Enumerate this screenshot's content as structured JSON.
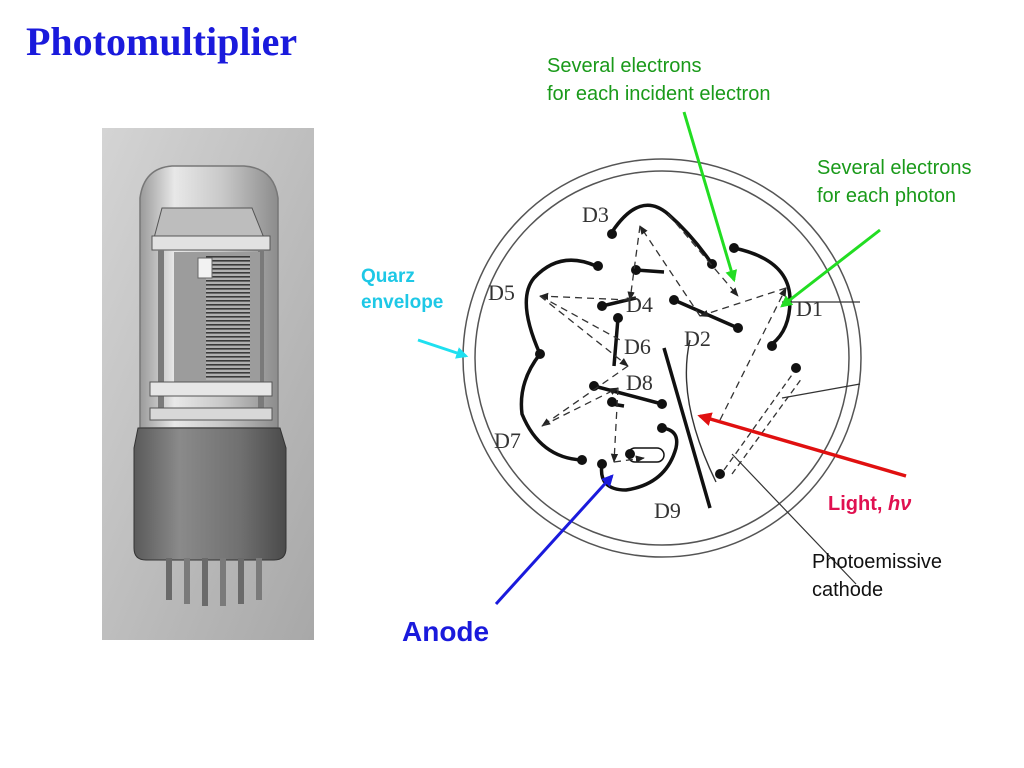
{
  "title": "Photomultiplier",
  "notes": {
    "incident_line1": "Several electrons",
    "incident_line2": "for each incident electron",
    "photon_line1": "Several electrons",
    "photon_line2": "for each photon",
    "quarz_line1": "Quarz",
    "quarz_line2": "envelope",
    "light_text": "Light,",
    "light_symbol": "hν",
    "cathode_line1": "Photoemissive",
    "cathode_line2": "cathode",
    "anode": "Anode"
  },
  "dynodes": [
    "D1",
    "D2",
    "D3",
    "D4",
    "D5",
    "D6",
    "D7",
    "D8",
    "D9"
  ],
  "colors": {
    "title": "#1a1adc",
    "green_arrow": "#22dd22",
    "cyan_arrow": "#1ee0f0",
    "red_arrow": "#e01010",
    "blue_arrow": "#1a1adc"
  }
}
